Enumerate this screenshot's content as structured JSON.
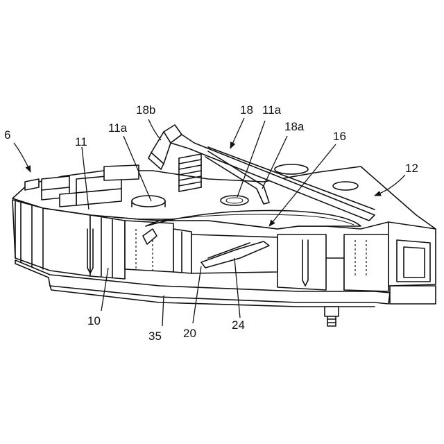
{
  "labels": {
    "ref_6": "6",
    "ref_11": "11",
    "ref_11a_left": "11a",
    "ref_18b": "18b",
    "ref_18": "18",
    "ref_11a_right": "11a",
    "ref_18a": "18a",
    "ref_16": "16",
    "ref_12": "12",
    "ref_10": "10",
    "ref_35": "35",
    "ref_20": "20",
    "ref_24": "24"
  }
}
